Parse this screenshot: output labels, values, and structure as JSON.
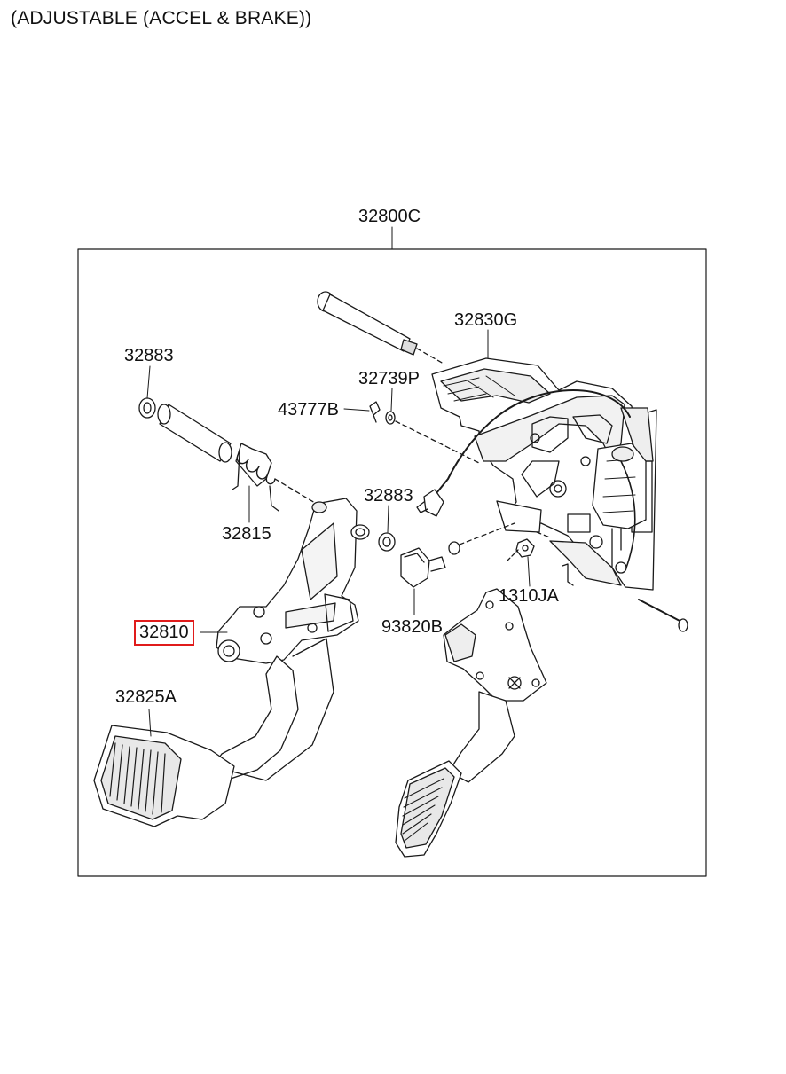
{
  "title": "(ADJUSTABLE (ACCEL & BRAKE))",
  "highlight_color": "#e01b1b",
  "assembly_label": "32800C",
  "part_labels": [
    {
      "id": "32830G",
      "text": "32830G"
    },
    {
      "id": "32883-top",
      "text": "32883"
    },
    {
      "id": "32739P",
      "text": "32739P"
    },
    {
      "id": "43777B",
      "text": "43777B"
    },
    {
      "id": "32883-mid",
      "text": "32883"
    },
    {
      "id": "32815",
      "text": "32815"
    },
    {
      "id": "32810",
      "text": "32810",
      "highlighted": true
    },
    {
      "id": "1310JA",
      "text": "1310JA"
    },
    {
      "id": "93820B",
      "text": "93820B"
    },
    {
      "id": "32825A",
      "text": "32825A"
    }
  ]
}
